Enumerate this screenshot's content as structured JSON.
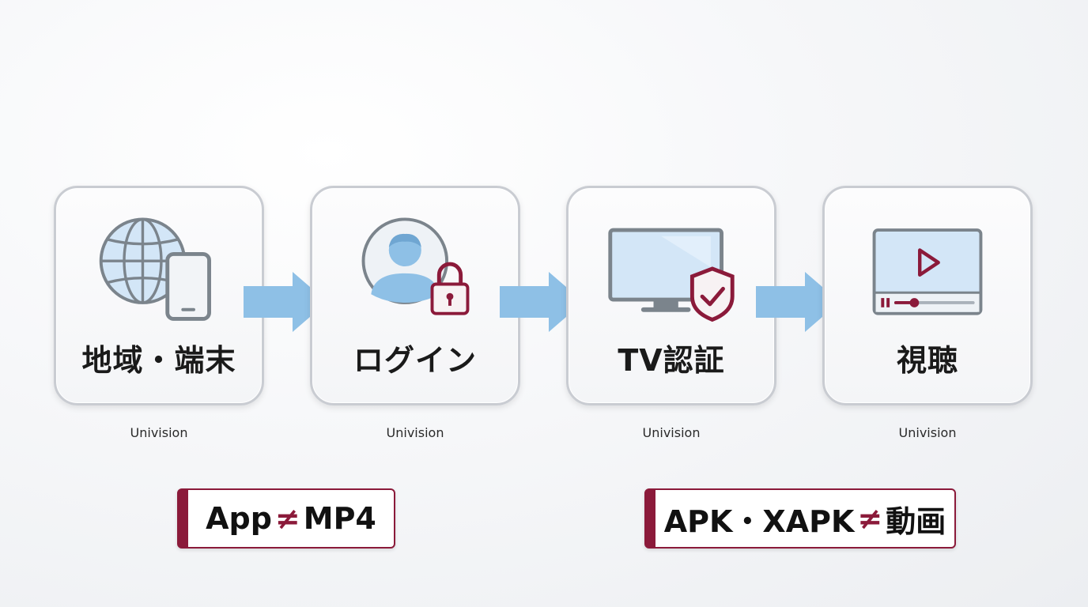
{
  "steps": [
    {
      "label": "地域・端末",
      "caption": "Univision",
      "icon": "globe-phone-icon"
    },
    {
      "label": "ログイン",
      "caption": "Univision",
      "icon": "user-lock-icon"
    },
    {
      "label": "TV認証",
      "caption": "Univision",
      "icon": "tv-shield-icon"
    },
    {
      "label": "視聴",
      "caption": "Univision",
      "icon": "video-player-icon"
    }
  ],
  "notes": [
    {
      "left": "App",
      "symbol": "≠",
      "right": "MP4"
    },
    {
      "left": "APK・XAPK",
      "symbol": "≠",
      "right": "動画"
    }
  ],
  "colors": {
    "accent": "#8b1a3a",
    "arrow": "#8ec0e6",
    "icon_fill": "#d3e6f7",
    "icon_stroke": "#7b848c"
  }
}
